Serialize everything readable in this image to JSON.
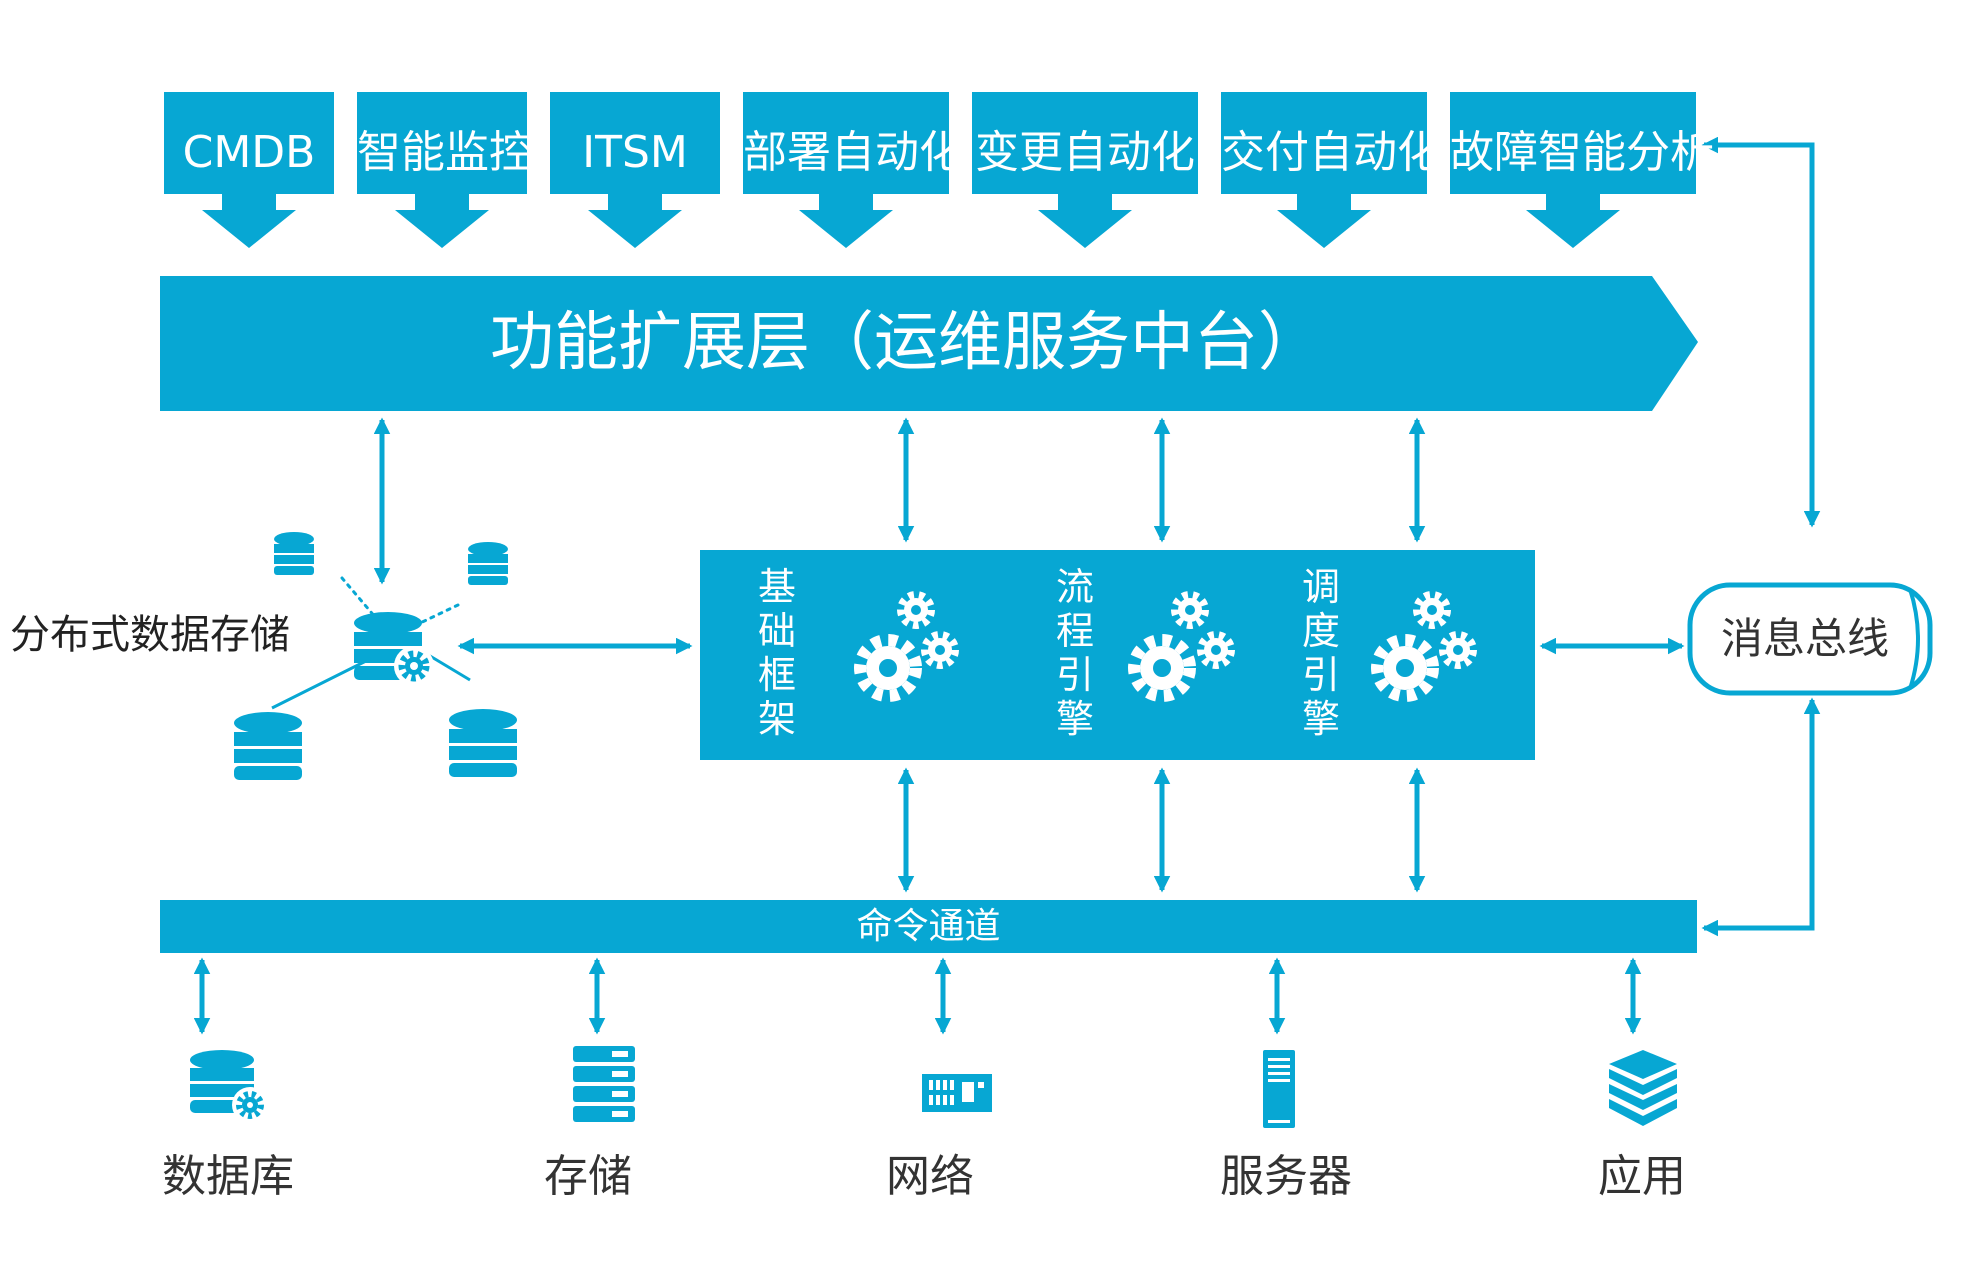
{
  "colors": {
    "primary": "#07a7d3",
    "text_dark": "#222222",
    "white": "#ffffff"
  },
  "modules": [
    "CMDB",
    "智能监控",
    "ITSM",
    "部署自动化",
    "变更自动化",
    "交付自动化",
    "故障智能分析"
  ],
  "extension_layer": {
    "label": "功能扩展层（运维服务中台）"
  },
  "storage": {
    "label": "分布式数据存储"
  },
  "engines": [
    "基础框架",
    "流程引擎",
    "调度引擎"
  ],
  "message_bus": {
    "label": "消息总线"
  },
  "command_channel": {
    "label": "命令通道"
  },
  "resources": [
    {
      "label": "数据库",
      "icon": "database-gear-icon"
    },
    {
      "label": "存储",
      "icon": "storage-rack-icon"
    },
    {
      "label": "网络",
      "icon": "network-switch-icon"
    },
    {
      "label": "服务器",
      "icon": "server-tower-icon"
    },
    {
      "label": "应用",
      "icon": "layers-stack-icon"
    }
  ]
}
